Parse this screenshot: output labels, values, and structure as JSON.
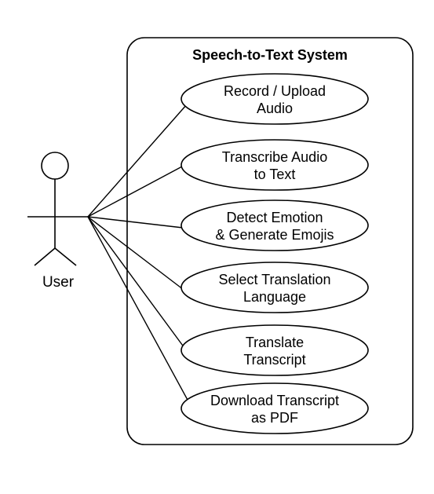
{
  "system": {
    "title": "Speech-to-Text System"
  },
  "actor": {
    "label": "User"
  },
  "use_cases": [
    {
      "line1": "Record / Upload",
      "line2": "Audio"
    },
    {
      "line1": "Transcribe Audio",
      "line2": "to Text"
    },
    {
      "line1": "Detect Emotion",
      "line2": "& Generate Emojis"
    },
    {
      "line1": "Select Translation",
      "line2": "Language"
    },
    {
      "line1": "Translate",
      "line2": "Transcript"
    },
    {
      "line1": "Download Transcript",
      "line2": "as PDF"
    }
  ],
  "colors": {
    "stroke": "#000000",
    "background": "#ffffff"
  }
}
